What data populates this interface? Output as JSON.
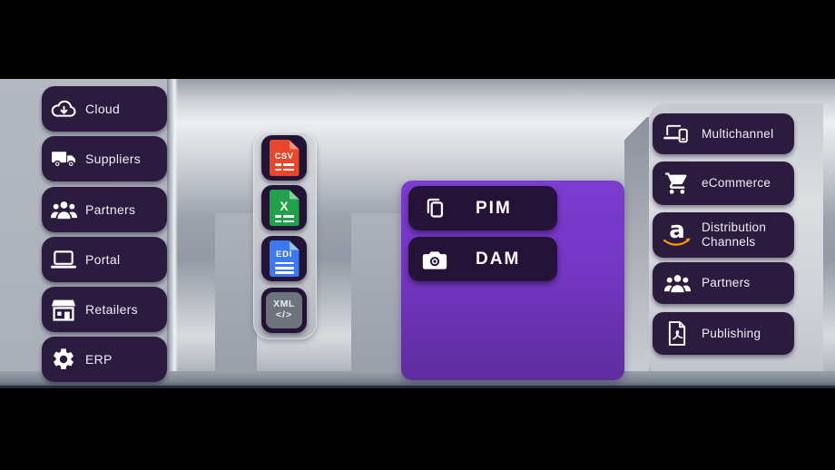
{
  "sources": {
    "items": [
      {
        "label": "Cloud",
        "icon": "cloud-download-icon"
      },
      {
        "label": "Suppliers",
        "icon": "truck-icon"
      },
      {
        "label": "Partners",
        "icon": "people-icon"
      },
      {
        "label": "Portal",
        "icon": "laptop-icon"
      },
      {
        "label": "Retailers",
        "icon": "storefront-icon"
      },
      {
        "label": "ERP",
        "icon": "gear-icon"
      }
    ]
  },
  "formats": {
    "items": [
      {
        "label": "CSV",
        "icon": "csv-file-icon",
        "color": "#e8472e"
      },
      {
        "label": "X",
        "icon": "excel-file-icon",
        "color": "#21a14b"
      },
      {
        "label": "EDI",
        "icon": "edi-file-icon",
        "color": "#3b79f2"
      },
      {
        "label": "XML",
        "sub": "</>",
        "icon": "xml-code-icon",
        "color": "#6e747e"
      }
    ]
  },
  "platform": {
    "items": [
      {
        "label": "PIM",
        "icon": "copy-icon"
      },
      {
        "label": "DAM",
        "icon": "camera-icon"
      }
    ]
  },
  "channels": {
    "amazon_letter": "a",
    "items": [
      {
        "label": "Multichannel",
        "icon": "devices-icon"
      },
      {
        "label": "eCommerce",
        "icon": "cart-icon"
      },
      {
        "label": "Distribution Channels",
        "icon": "amazon-icon"
      },
      {
        "label": "Partners",
        "icon": "people-icon"
      },
      {
        "label": "Publishing",
        "icon": "pdf-file-icon"
      }
    ]
  },
  "colors": {
    "accent_purple": "#7c3dd1",
    "node_pill": "#2b1b3e",
    "platform_pill": "#251337",
    "amazon_orange": "#ff9900"
  }
}
